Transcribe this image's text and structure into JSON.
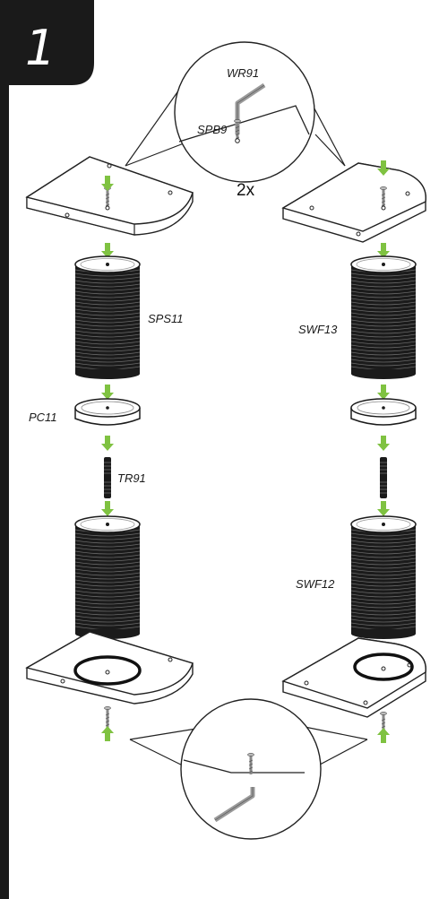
{
  "step": {
    "number": "1"
  },
  "quantity": "2x",
  "parts": {
    "wrench": "WR91",
    "bolt": "SPB9",
    "upper_stack_left": "SPS11",
    "upper_stack_right": "SWF13",
    "cap": "PC11",
    "rod": "TR91",
    "lower_stack_right": "SWF12"
  },
  "colors": {
    "arrow": "#7fc241",
    "step_tab": "#1a1a1a",
    "stack": "#1b1b1b"
  }
}
